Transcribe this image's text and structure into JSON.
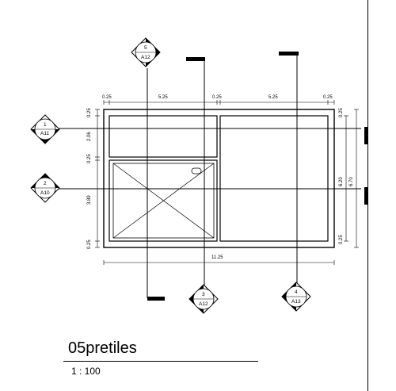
{
  "drawing": {
    "title": "05pretiles",
    "scale": "1 : 100"
  },
  "dimensions": {
    "top": [
      "0.25",
      "5.25",
      "0.25",
      "5.25",
      "0.25"
    ],
    "left": [
      "0.25",
      "2.06",
      "0.25",
      "3.89",
      "0.25"
    ],
    "right_inner": "6.20",
    "right_outer": "6.70",
    "right_small_top": "0.25",
    "right_small_bottom": "0.25",
    "bottom": "11.25"
  },
  "markers": [
    {
      "number": "1",
      "sheet": "A11"
    },
    {
      "number": "2",
      "sheet": "A10"
    },
    {
      "number": "3",
      "sheet": "A12"
    },
    {
      "number": "4",
      "sheet": "A13"
    },
    {
      "number": "5",
      "sheet": "A12"
    }
  ]
}
